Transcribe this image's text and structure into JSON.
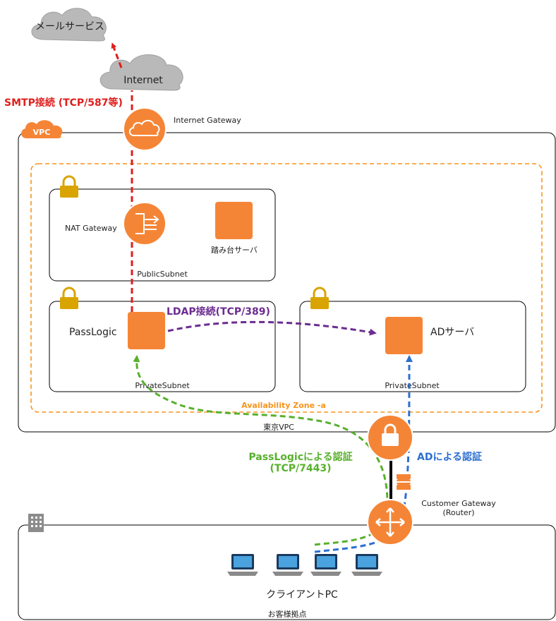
{
  "clouds": {
    "mail_service": "メールサービス",
    "internet": "Internet"
  },
  "vpc": {
    "badge": "VPC",
    "name": "東京VPC",
    "availability_zone": "Availability Zone -a"
  },
  "gateways": {
    "internet_gateway": "Internet Gateway",
    "nat_gateway": "NAT Gateway",
    "customer_gateway_line1": "Customer Gateway",
    "customer_gateway_line2": "(Router)"
  },
  "subnets": {
    "public": "PublicSubnet",
    "private_left": "PrivateSubnet",
    "private_right": "PrivateSubnet"
  },
  "servers": {
    "bastion": "踏み台サーバ",
    "passlogic": "PassLogic",
    "ad": "ADサーバ"
  },
  "connections": {
    "smtp": "SMTP接続 (TCP/587等)",
    "ldap": "LDAP接続(TCP/389)",
    "passlogic_auth_line1": "PassLogicによる認証",
    "passlogic_auth_line2": "(TCP/7443)",
    "ad_auth": "ADによる認証"
  },
  "client_site": {
    "clients": "クライアントPC",
    "site_name": "お客様拠点"
  },
  "colors": {
    "aws_orange": "#f58536",
    "smtp_red": "#e01e1e",
    "ldap_purple": "#6b2c91",
    "passlogic_green": "#58b02c",
    "ad_blue": "#2c6fd1",
    "az_orange": "#f7941d",
    "lock_gold": "#d9a400",
    "cloud_gray": "#b9b9b9"
  }
}
